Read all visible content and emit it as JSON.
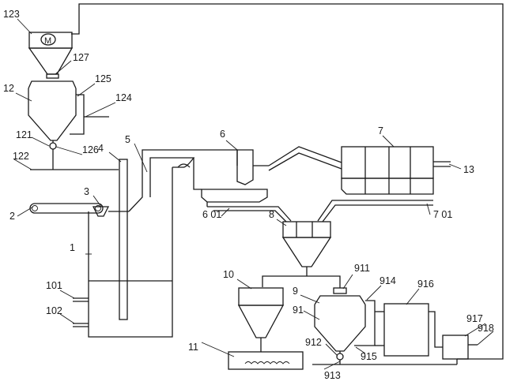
{
  "diagram": {
    "motor_symbol": "M",
    "labels": {
      "l1": "1",
      "l2": "2",
      "l3": "3",
      "l4": "4",
      "l5": "5",
      "l6": "6",
      "l601": "6 01",
      "l7": "7",
      "l701": "7 01",
      "l8": "8",
      "l9": "9",
      "l91": "91",
      "l911": "911",
      "l912": "912",
      "l913": "913",
      "l914": "914",
      "l915": "915",
      "l916": "916",
      "l917": "917",
      "l918": "918",
      "l10": "10",
      "l101": "101",
      "l102": "102",
      "l11": "11",
      "l12": "12",
      "l121": "121",
      "l122": "122",
      "l123": "123",
      "l124": "124",
      "l125": "125",
      "l126": "126",
      "l127": "127",
      "l13": "13"
    }
  }
}
